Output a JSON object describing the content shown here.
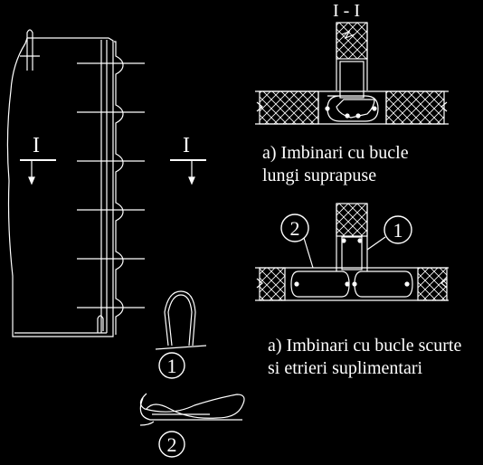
{
  "section_label": "I - I",
  "cut_marker_left": "I",
  "cut_marker_right": "I",
  "caption_a1_line1": "a) Imbinari cu bucle",
  "caption_a1_line2": "lungi suprapuse",
  "caption_a2_line1": "a) Imbinari cu bucle scurte",
  "caption_a2_line2": "si etrieri suplimentari",
  "callout_1": "1",
  "callout_2": "2",
  "detail_1_number": "1",
  "detail_2_number": "2",
  "colors": {
    "background": "#000000",
    "lines": "#ffffff"
  }
}
